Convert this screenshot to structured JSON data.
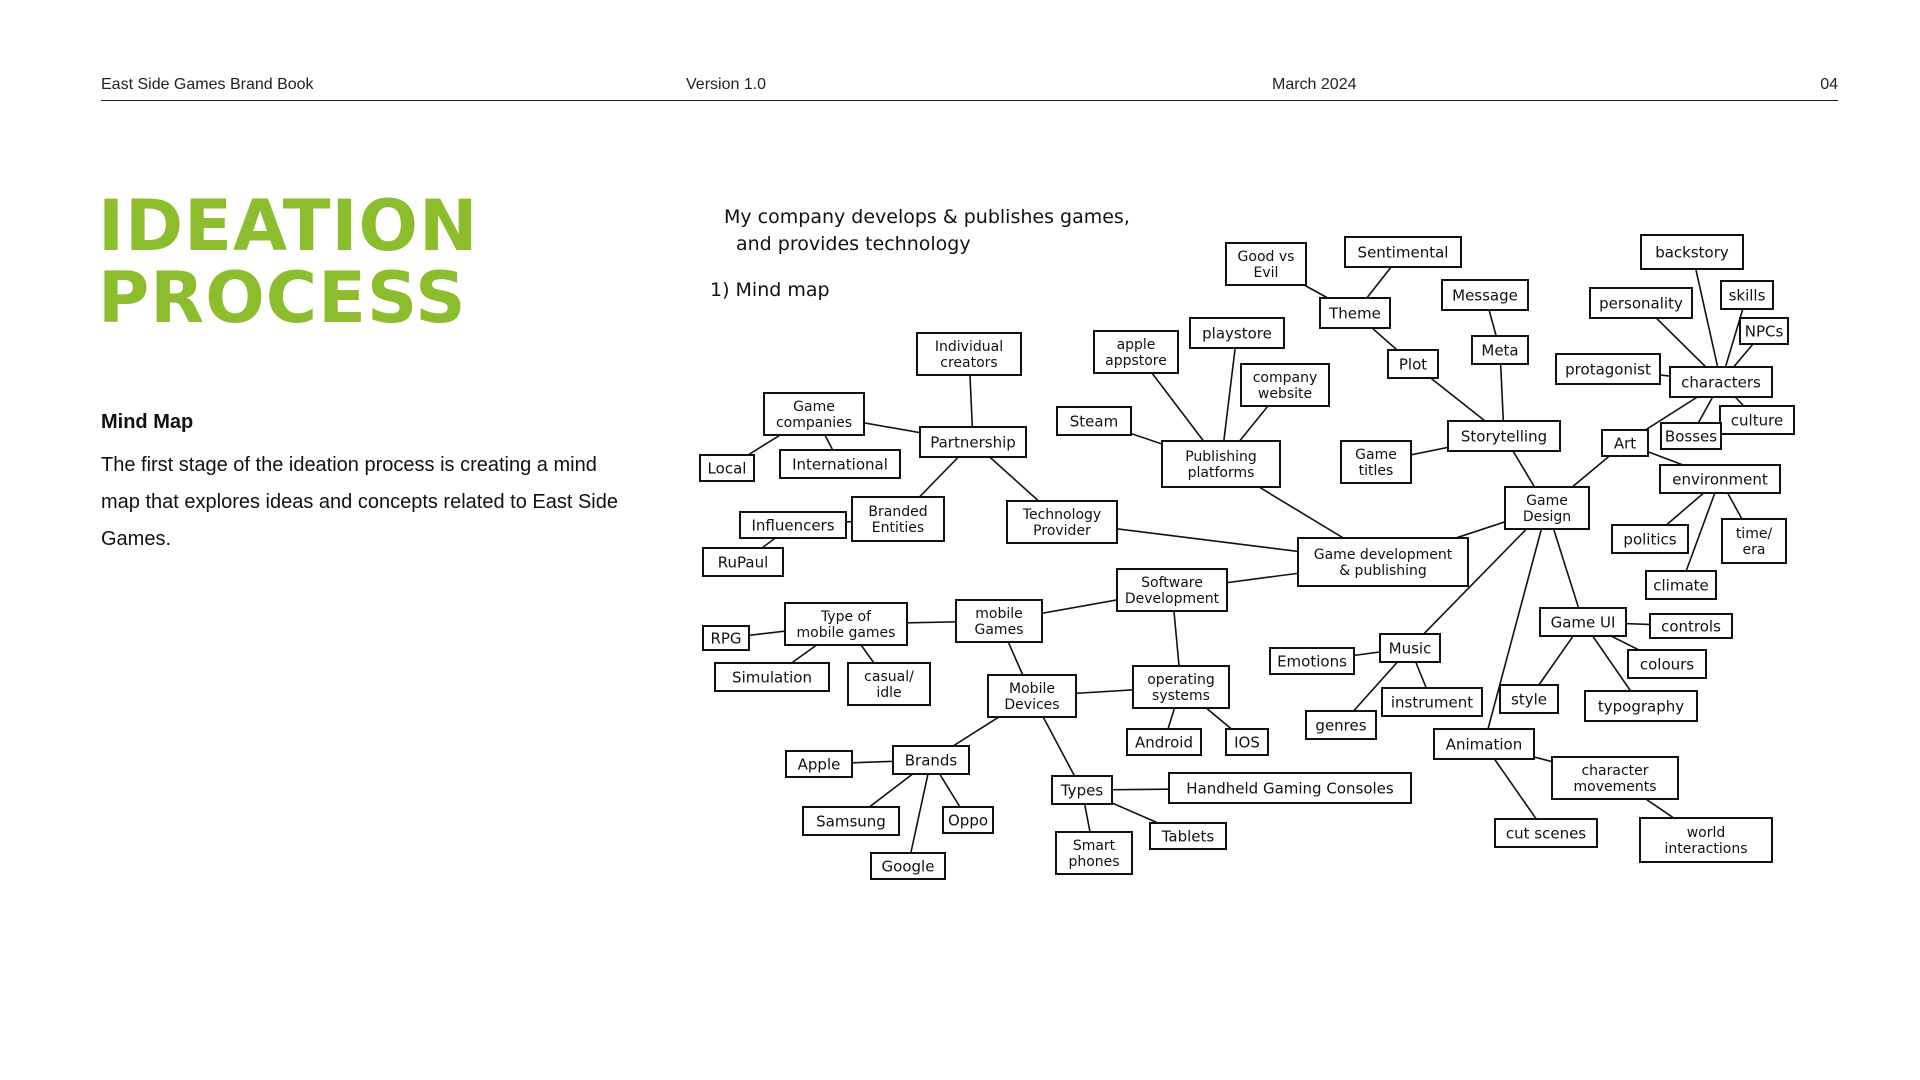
{
  "header": {
    "brand": "East Side Games Brand Book",
    "version": "Version 1.0",
    "date": "March 2024",
    "page_number": "04"
  },
  "title": {
    "line1": "IDEATION",
    "line2": "PROCESS"
  },
  "section": {
    "heading": "Mind Map",
    "body": "The first stage of the ideation process is creating a mind map that explores ideas and concepts related to East Side Games."
  },
  "mindmap": {
    "note_line1": "My company develops & publishes games,",
    "note_line2": "and provides technology",
    "note_line3": "1) Mind map",
    "nodes": [
      {
        "id": "core",
        "text": [
          "Game development",
          "& publishing"
        ]
      },
      {
        "id": "techprov",
        "text": [
          "Technology",
          "Provider"
        ]
      },
      {
        "id": "softdev",
        "text": [
          "Software",
          "Development"
        ]
      },
      {
        "id": "partnership",
        "text": [
          "Partnership"
        ]
      },
      {
        "id": "indiv",
        "text": [
          "Individual",
          "creators"
        ]
      },
      {
        "id": "gamecomp",
        "text": [
          "Game",
          "companies"
        ]
      },
      {
        "id": "local",
        "text": [
          "Local"
        ]
      },
      {
        "id": "intl",
        "text": [
          "International"
        ]
      },
      {
        "id": "branded",
        "text": [
          "Branded",
          "Entities"
        ]
      },
      {
        "id": "influencers",
        "text": [
          "Influencers"
        ]
      },
      {
        "id": "rupaul",
        "text": [
          "RuPaul"
        ]
      },
      {
        "id": "steam",
        "text": [
          "Steam"
        ]
      },
      {
        "id": "pubplat",
        "text": [
          "Publishing",
          "platforms"
        ]
      },
      {
        "id": "appstore",
        "text": [
          "apple",
          "appstore"
        ]
      },
      {
        "id": "playstore",
        "text": [
          "playstore"
        ]
      },
      {
        "id": "compweb",
        "text": [
          "company",
          "website"
        ]
      },
      {
        "id": "mobgames",
        "text": [
          "mobile",
          "Games"
        ]
      },
      {
        "id": "typemob",
        "text": [
          "Type of",
          "mobile games"
        ]
      },
      {
        "id": "rpg",
        "text": [
          "RPG"
        ]
      },
      {
        "id": "sim",
        "text": [
          "Simulation"
        ]
      },
      {
        "id": "casual",
        "text": [
          "casual/",
          "idle"
        ]
      },
      {
        "id": "mobdev",
        "text": [
          "Mobile",
          "Devices"
        ]
      },
      {
        "id": "opsys",
        "text": [
          "operating",
          "systems"
        ]
      },
      {
        "id": "android",
        "text": [
          "Android"
        ]
      },
      {
        "id": "ios",
        "text": [
          "IOS"
        ]
      },
      {
        "id": "brands",
        "text": [
          "Brands"
        ]
      },
      {
        "id": "apple",
        "text": [
          "Apple"
        ]
      },
      {
        "id": "samsung",
        "text": [
          "Samsung"
        ]
      },
      {
        "id": "oppo",
        "text": [
          "Oppo"
        ]
      },
      {
        "id": "google",
        "text": [
          "Google"
        ]
      },
      {
        "id": "types",
        "text": [
          "Types"
        ]
      },
      {
        "id": "handheld",
        "text": [
          "Handheld Gaming Consoles"
        ]
      },
      {
        "id": "tablets",
        "text": [
          "Tablets"
        ]
      },
      {
        "id": "smartph",
        "text": [
          "Smart",
          "phones"
        ]
      },
      {
        "id": "gamedesign",
        "text": [
          "Game",
          "Design"
        ]
      },
      {
        "id": "storytelling",
        "text": [
          "Storytelling"
        ]
      },
      {
        "id": "gametitles",
        "text": [
          "Game",
          "titles"
        ]
      },
      {
        "id": "plot",
        "text": [
          "Plot"
        ]
      },
      {
        "id": "meta",
        "text": [
          "Meta"
        ]
      },
      {
        "id": "message",
        "text": [
          "Message"
        ]
      },
      {
        "id": "theme",
        "text": [
          "Theme"
        ]
      },
      {
        "id": "goodevil",
        "text": [
          "Good vs",
          "Evil"
        ]
      },
      {
        "id": "sentimental",
        "text": [
          "Sentimental"
        ]
      },
      {
        "id": "art",
        "text": [
          "Art"
        ]
      },
      {
        "id": "characters",
        "text": [
          "characters"
        ]
      },
      {
        "id": "backstory",
        "text": [
          "backstory"
        ]
      },
      {
        "id": "personality",
        "text": [
          "personality"
        ]
      },
      {
        "id": "skills",
        "text": [
          "skills"
        ]
      },
      {
        "id": "npcs",
        "text": [
          "NPCs"
        ]
      },
      {
        "id": "protagonist",
        "text": [
          "protagonist"
        ]
      },
      {
        "id": "culture",
        "text": [
          "culture"
        ]
      },
      {
        "id": "bosses",
        "text": [
          "Bosses"
        ]
      },
      {
        "id": "environment",
        "text": [
          "environment"
        ]
      },
      {
        "id": "politics",
        "text": [
          "politics"
        ]
      },
      {
        "id": "timeera",
        "text": [
          "time/",
          "era"
        ]
      },
      {
        "id": "climate",
        "text": [
          "climate"
        ]
      },
      {
        "id": "gameui",
        "text": [
          "Game UI"
        ]
      },
      {
        "id": "controls",
        "text": [
          "controls"
        ]
      },
      {
        "id": "colours",
        "text": [
          "colours"
        ]
      },
      {
        "id": "typography",
        "text": [
          "typography"
        ]
      },
      {
        "id": "style",
        "text": [
          "style"
        ]
      },
      {
        "id": "music",
        "text": [
          "Music"
        ]
      },
      {
        "id": "emotions",
        "text": [
          "Emotions"
        ]
      },
      {
        "id": "genres",
        "text": [
          "genres"
        ]
      },
      {
        "id": "instrument",
        "text": [
          "instrument"
        ]
      },
      {
        "id": "animation",
        "text": [
          "Animation"
        ]
      },
      {
        "id": "charmov",
        "text": [
          "character",
          "movements"
        ]
      },
      {
        "id": "cutscenes",
        "text": [
          "cut scenes"
        ]
      },
      {
        "id": "worldint",
        "text": [
          "world",
          "interactions"
        ]
      }
    ]
  }
}
